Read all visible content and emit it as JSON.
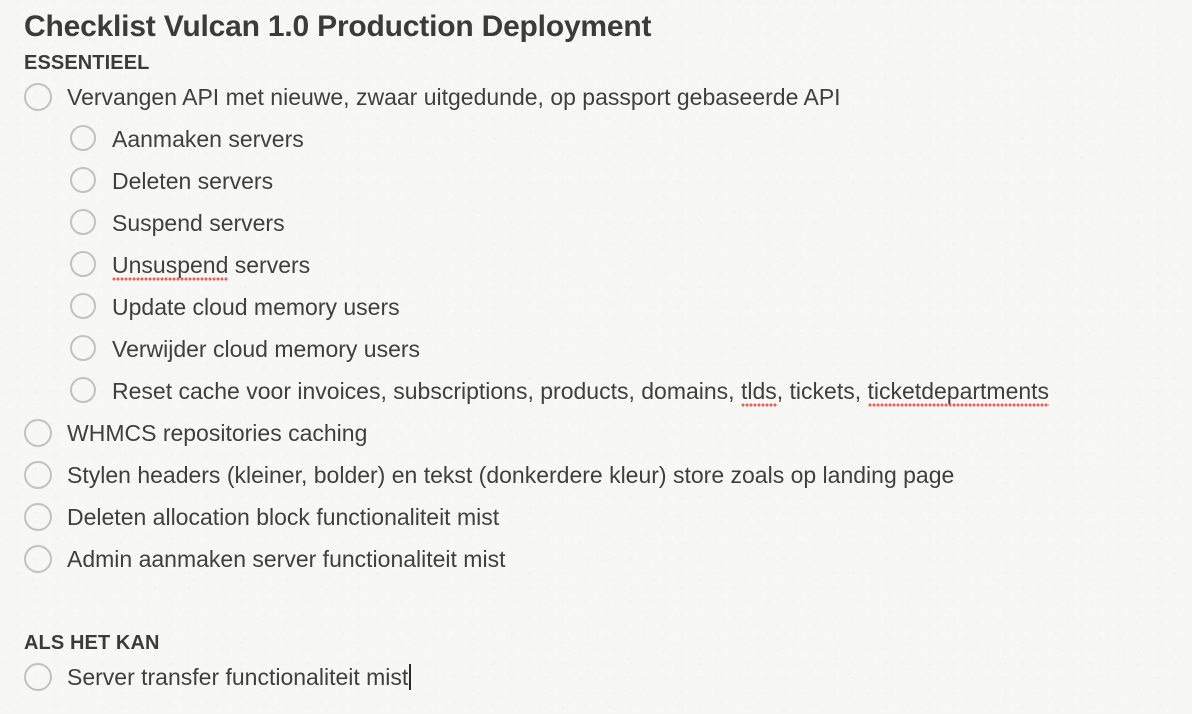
{
  "document": {
    "title": "Checklist Vulcan 1.0 Production Deployment"
  },
  "colors": {
    "background": "#f7f7f5",
    "heading_text": "#3b3b3b",
    "body_text": "#3f3f3f",
    "checkbox_border": "#c2c2c2",
    "spellcheck_underline": "#ee5f51",
    "caret": "#2b2b2b"
  },
  "sections": [
    {
      "heading": "ESSENTIEEL",
      "items": [
        {
          "level": 0,
          "checked": false,
          "text": "Vervangen API met nieuwe, zwaar uitgedunde, op passport gebaseerde API",
          "parts": [
            {
              "text": "Vervangen API met nieuwe, zwaar uitgedunde, op passport gebaseerde API",
              "spellcheck_error": false
            }
          ]
        },
        {
          "level": 1,
          "checked": false,
          "text": "Aanmaken servers",
          "parts": [
            {
              "text": "Aanmaken servers",
              "spellcheck_error": false
            }
          ]
        },
        {
          "level": 1,
          "checked": false,
          "text": "Deleten servers",
          "parts": [
            {
              "text": "Deleten servers",
              "spellcheck_error": false
            }
          ]
        },
        {
          "level": 1,
          "checked": false,
          "text": "Suspend servers",
          "parts": [
            {
              "text": "Suspend servers",
              "spellcheck_error": false
            }
          ]
        },
        {
          "level": 1,
          "checked": false,
          "text": "Unsuspend servers",
          "parts": [
            {
              "text": "Unsuspend",
              "spellcheck_error": true
            },
            {
              "text": " servers",
              "spellcheck_error": false
            }
          ]
        },
        {
          "level": 1,
          "checked": false,
          "text": "Update cloud memory users",
          "parts": [
            {
              "text": "Update cloud memory users",
              "spellcheck_error": false
            }
          ]
        },
        {
          "level": 1,
          "checked": false,
          "text": "Verwijder cloud memory users",
          "parts": [
            {
              "text": "Verwijder cloud memory users",
              "spellcheck_error": false
            }
          ]
        },
        {
          "level": 1,
          "checked": false,
          "text": "Reset cache voor invoices, subscriptions, products, domains, tlds, tickets, ticketdepartments",
          "parts": [
            {
              "text": "Reset cache voor invoices, subscriptions, products, domains, ",
              "spellcheck_error": false
            },
            {
              "text": "tlds",
              "spellcheck_error": true
            },
            {
              "text": ", tickets, ",
              "spellcheck_error": false
            },
            {
              "text": "ticketdepartments",
              "spellcheck_error": true
            }
          ]
        },
        {
          "level": 0,
          "checked": false,
          "text": "WHMCS repositories caching",
          "parts": [
            {
              "text": "WHMCS repositories caching",
              "spellcheck_error": false
            }
          ]
        },
        {
          "level": 0,
          "checked": false,
          "text": "Stylen headers (kleiner, bolder) en tekst (donkerdere kleur) store zoals op landing page",
          "parts": [
            {
              "text": "Stylen headers (kleiner, bolder) en tekst (donkerdere kleur) store zoals op landing page",
              "spellcheck_error": false
            }
          ]
        },
        {
          "level": 0,
          "checked": false,
          "text": "Deleten allocation block functionaliteit mist",
          "parts": [
            {
              "text": "Deleten allocation block functionaliteit mist",
              "spellcheck_error": false
            }
          ]
        },
        {
          "level": 0,
          "checked": false,
          "text": "Admin aanmaken server functionaliteit mist",
          "parts": [
            {
              "text": "Admin aanmaken server functionaliteit mist",
              "spellcheck_error": false
            }
          ]
        }
      ]
    },
    {
      "heading": "ALS HET KAN",
      "items": [
        {
          "level": 0,
          "checked": false,
          "text": "Server transfer functionaliteit mist",
          "caret_after": true,
          "parts": [
            {
              "text": "Server transfer functionaliteit mist",
              "spellcheck_error": false
            }
          ]
        }
      ]
    }
  ]
}
